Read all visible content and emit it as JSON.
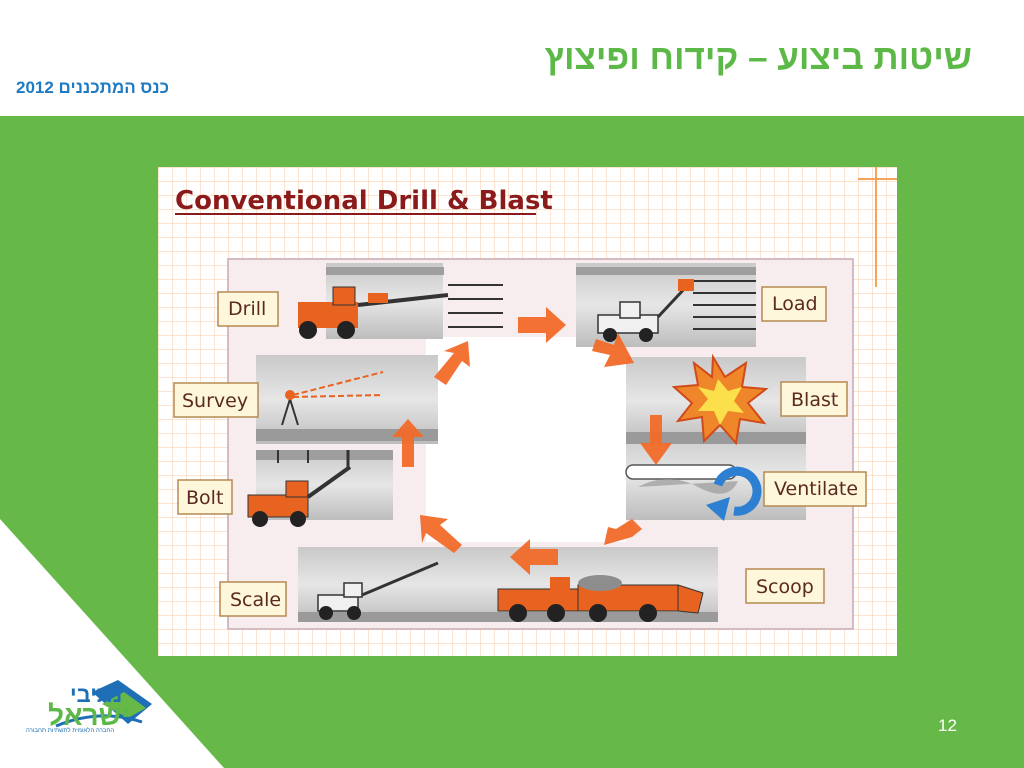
{
  "slide": {
    "title": "שיטות ביצוע – קידוח ופיצוץ",
    "subtitle": "כנס המתכננים 2012",
    "page_number": "12"
  },
  "logo": {
    "line1": "נתיבי",
    "line2": "ישראל",
    "tagline": "החברה הלאומית לתשתיות תחבורה"
  },
  "diagram": {
    "title": "Conventional Drill & Blast",
    "steps": [
      "Drill",
      "Load",
      "Blast",
      "Ventilate",
      "Scoop",
      "Scale",
      "Bolt",
      "Survey"
    ],
    "colors": {
      "green": "#66b948",
      "blue": "#1e7bc2",
      "arrow": "#f26b2a",
      "grid": "#f5b98a"
    }
  }
}
